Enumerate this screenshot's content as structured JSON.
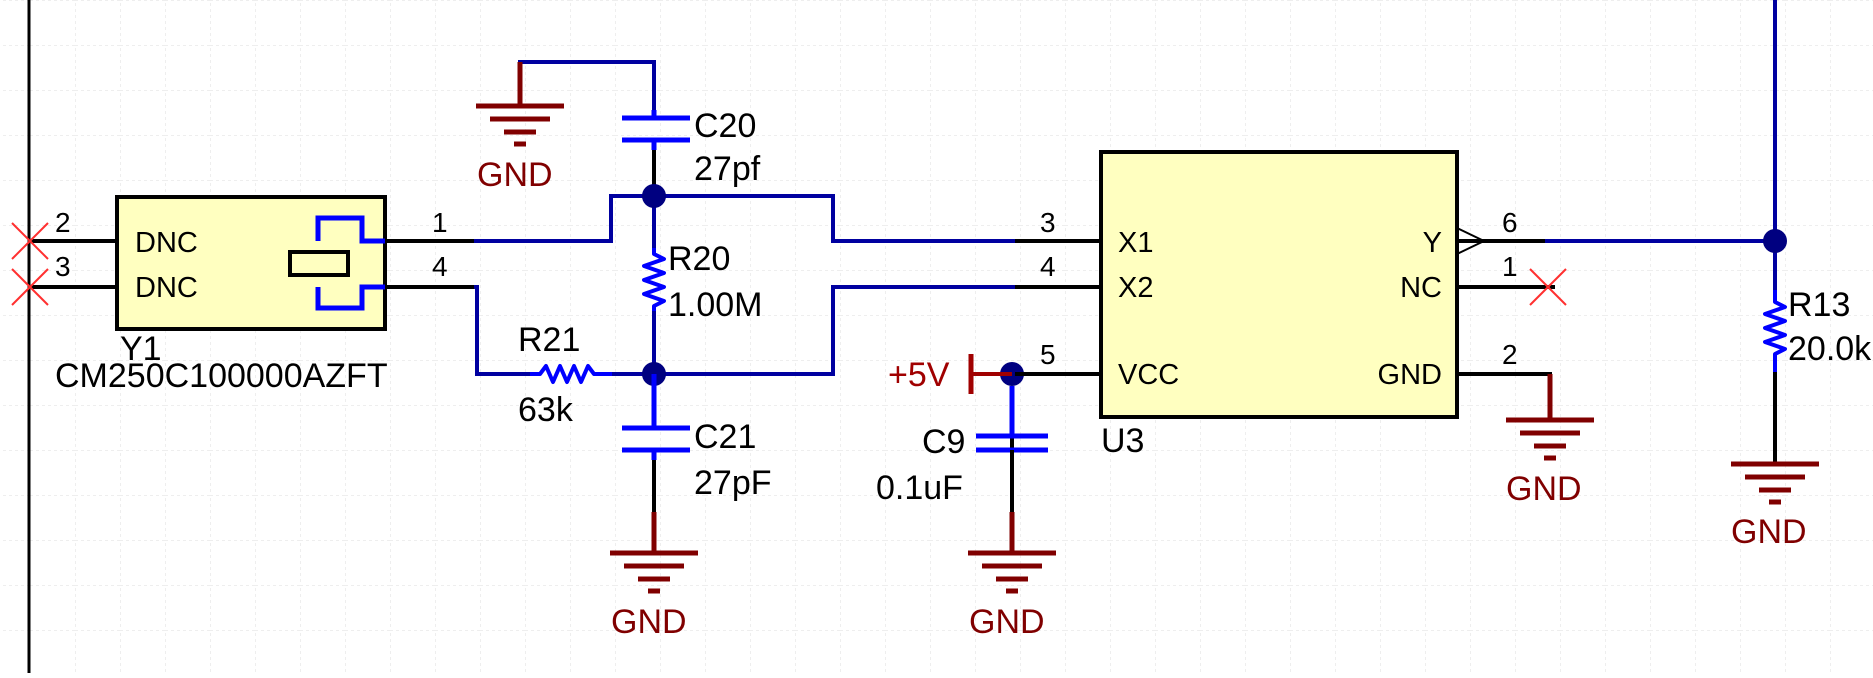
{
  "colors": {
    "wire": "#0000a0",
    "component_body": "#ffffc0",
    "ground": "#800000",
    "power": "#a00000",
    "passive": "#0000ff",
    "grid": "#dcdcdc",
    "no_connect": "#ff3030"
  },
  "components": {
    "Y1": {
      "designator": "Y1",
      "value": "CM250C100000AZFT",
      "pins": {
        "p2": "2",
        "p3": "3",
        "p1": "1",
        "p4": "4"
      },
      "pin_names": {
        "dnc_a": "DNC",
        "dnc_b": "DNC"
      }
    },
    "C20": {
      "designator": "C20",
      "value": "27pf"
    },
    "C21": {
      "designator": "C21",
      "value": "27pF"
    },
    "R20": {
      "designator": "R20",
      "value": "1.00M"
    },
    "R21": {
      "designator": "R21",
      "value": "63k"
    },
    "C9": {
      "designator": "C9",
      "value": "0.1uF"
    },
    "R13": {
      "designator": "R13",
      "value": "20.0k"
    },
    "U3": {
      "designator": "U3",
      "pins": {
        "x1": "3",
        "x2": "4",
        "vcc": "5",
        "y": "6",
        "nc": "1",
        "gnd": "2"
      },
      "pin_names": {
        "x1": "X1",
        "x2": "X2",
        "vcc": "VCC",
        "y": "Y",
        "nc": "NC",
        "gnd": "GND"
      }
    }
  },
  "power_ports": {
    "gnd": "GND",
    "vcc": "+5V"
  }
}
